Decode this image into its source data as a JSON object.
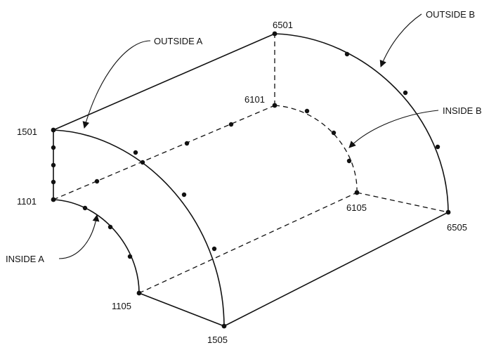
{
  "vertices": {
    "v1501": "1501",
    "v1101": "1101",
    "v1105": "1105",
    "v1505": "1505",
    "v6501": "6501",
    "v6101": "6101",
    "v6105": "6105",
    "v6505": "6505"
  },
  "callouts": {
    "outside_a": "OUTSIDE A",
    "outside_b": "OUTSIDE B",
    "inside_a": "INSIDE A",
    "inside_b": "INSIDE B"
  },
  "colors": {
    "ink": "#111111",
    "background": "#ffffff"
  }
}
